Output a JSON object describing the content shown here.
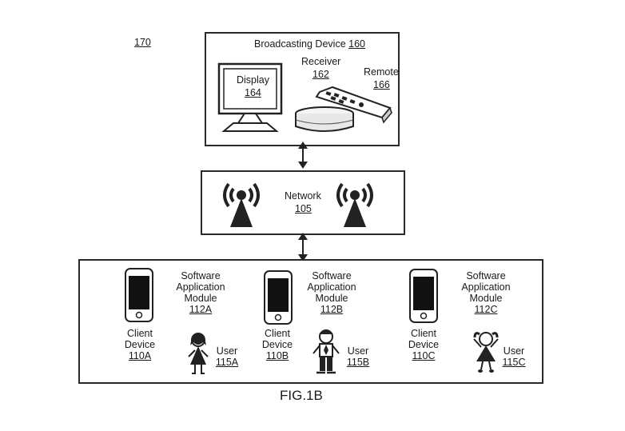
{
  "figure_ref": "170",
  "figure_caption": "FIG.1B",
  "broadcast": {
    "title": "Broadcasting Device",
    "title_ref": "160",
    "display_label": "Display",
    "display_ref": "164",
    "receiver_label": "Receiver",
    "receiver_ref": "162",
    "remote_label": "Remote",
    "remote_ref": "166"
  },
  "network": {
    "label": "Network",
    "ref": "105"
  },
  "clients": [
    {
      "module_line1": "Software",
      "module_line2": "Application",
      "module_line3": "Module",
      "module_ref": "112A",
      "device_line1": "Client",
      "device_line2": "Device",
      "device_ref": "110A",
      "user_label": "User",
      "user_ref": "115A"
    },
    {
      "module_line1": "Software",
      "module_line2": "Application",
      "module_line3": "Module",
      "module_ref": "112B",
      "device_line1": "Client",
      "device_line2": "Device",
      "device_ref": "110B",
      "user_label": "User",
      "user_ref": "115B"
    },
    {
      "module_line1": "Software",
      "module_line2": "Application",
      "module_line3": "Module",
      "module_ref": "112C",
      "device_line1": "Client",
      "device_line2": "Device",
      "device_ref": "110C",
      "user_label": "User",
      "user_ref": "115C"
    }
  ]
}
